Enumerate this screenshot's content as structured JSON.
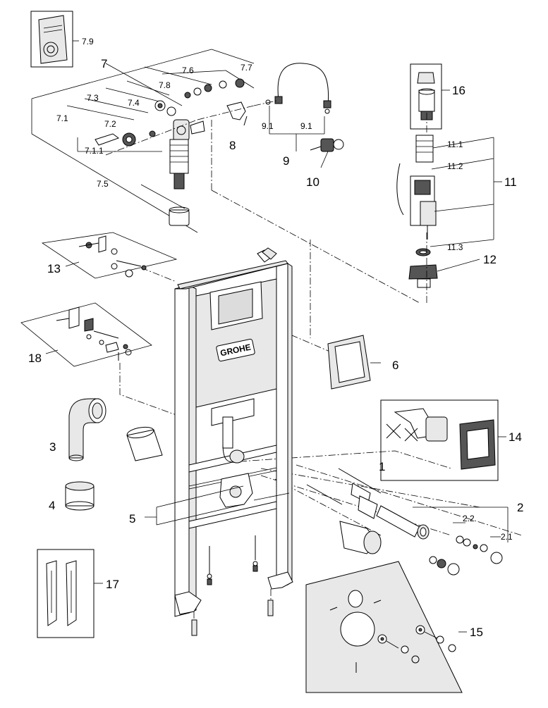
{
  "brand": {
    "logo_text": "GROHE"
  },
  "callouts": {
    "c1": "1",
    "c2": "2",
    "c2_1": "2.1",
    "c2_2": "2.2",
    "c3": "3",
    "c4": "4",
    "c5": "5",
    "c6": "6",
    "c7": "7",
    "c7_1": "7.1",
    "c7_1_1": "7.1.1",
    "c7_2": "7.2",
    "c7_3": "7.3",
    "c7_4": "7.4",
    "c7_5": "7.5",
    "c7_6": "7.6",
    "c7_7": "7.7",
    "c7_8": "7.8",
    "c7_9": "7.9",
    "c8": "8",
    "c9": "9",
    "c9_1a": "9.1",
    "c9_1b": "9.1",
    "c10": "10",
    "c11": "11",
    "c11_1": "11.1",
    "c11_2": "11.2",
    "c11_3": "11.3",
    "c12": "12",
    "c13": "13",
    "c14": "14",
    "c15": "15",
    "c16": "16",
    "c17": "17",
    "c18": "18"
  },
  "icons": [
    "no-cut-icon",
    "no-drill-icon"
  ],
  "colors": {
    "line": "#000000",
    "background": "#ffffff",
    "panel": "#dcdcdc"
  }
}
